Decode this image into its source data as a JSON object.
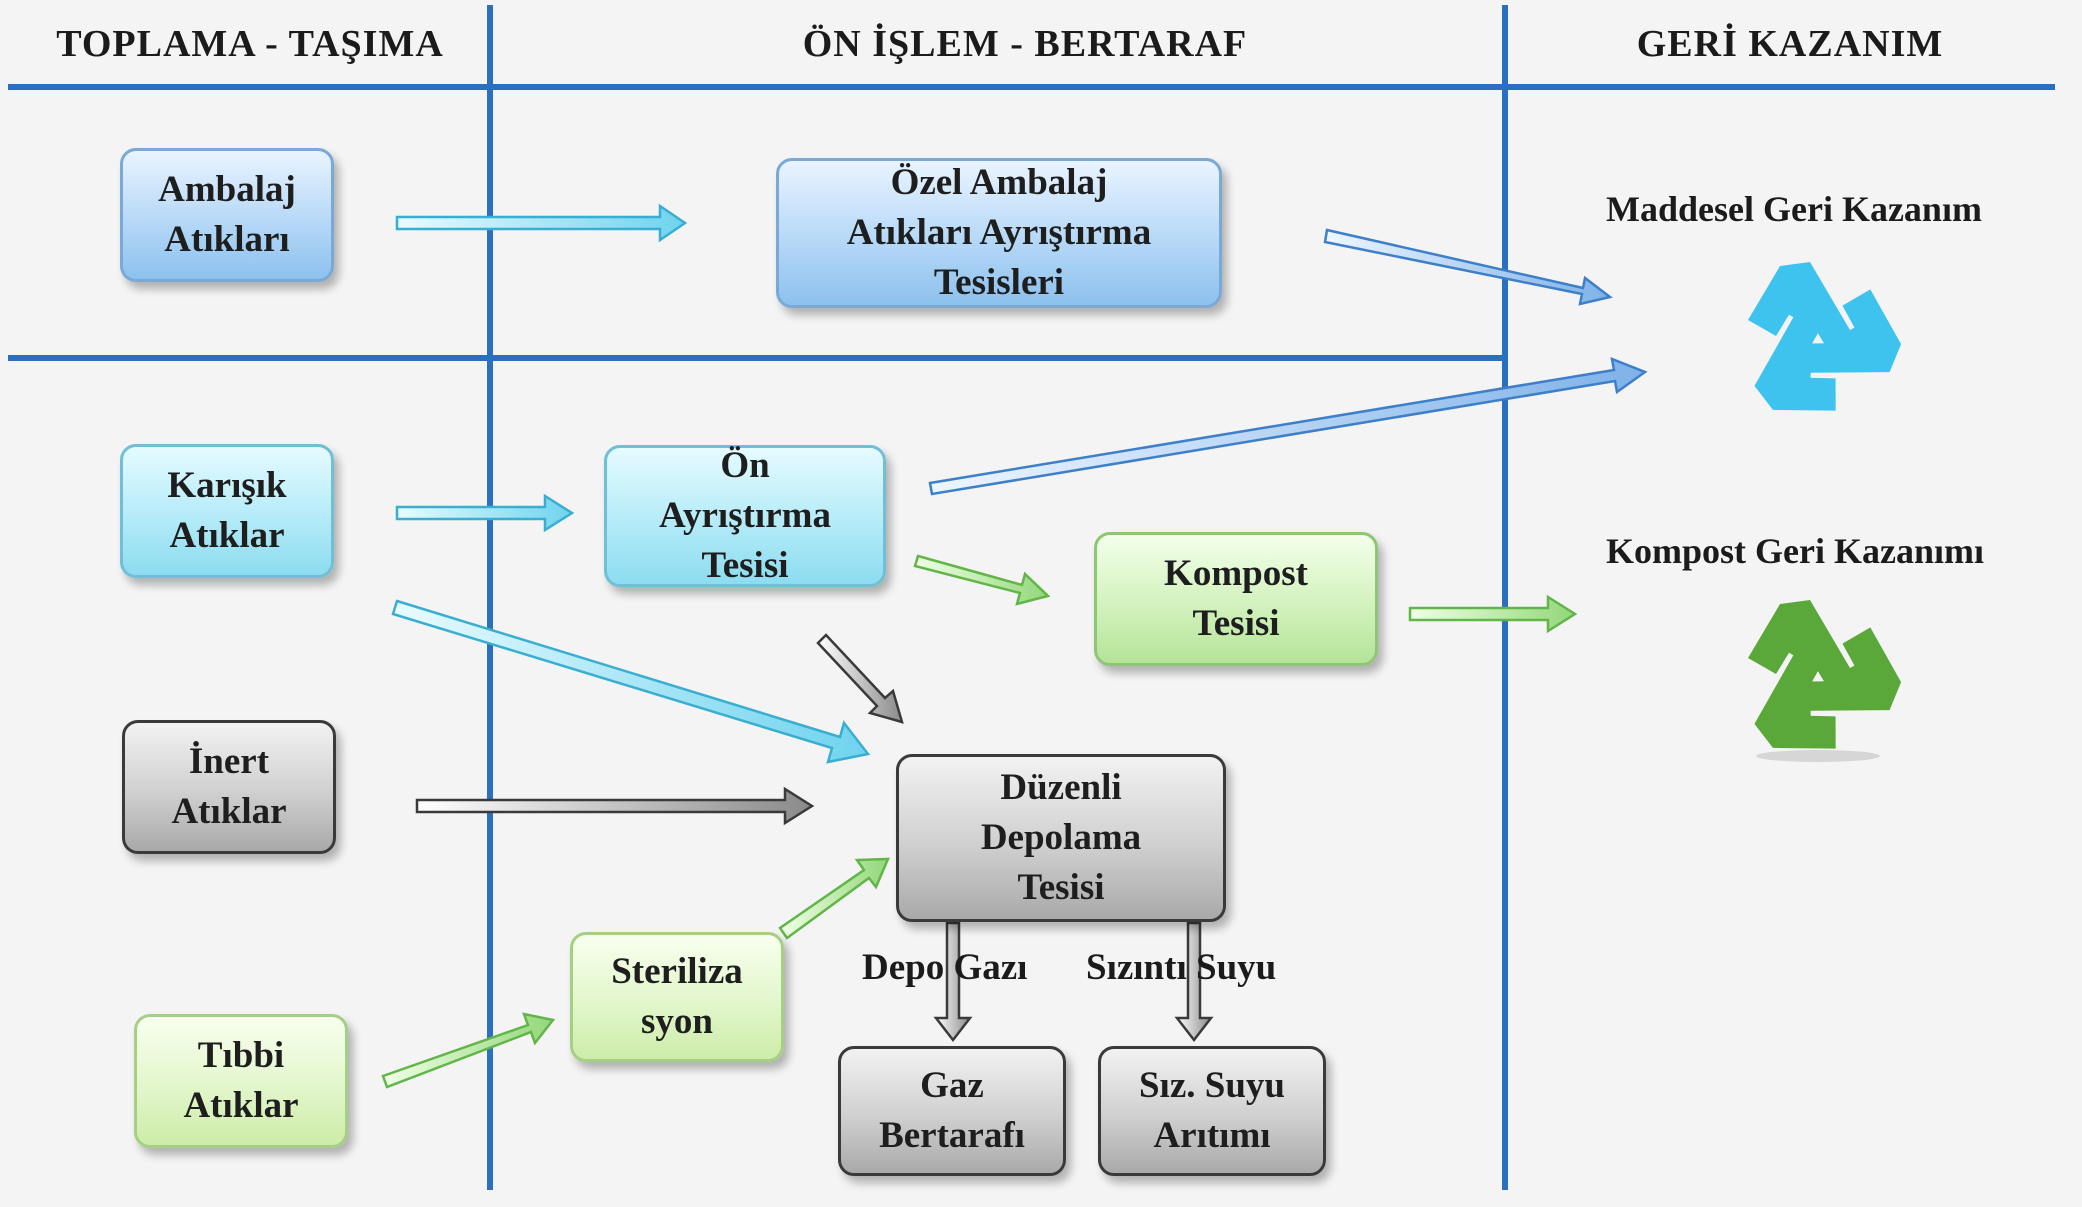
{
  "headers": {
    "collection": "TOPLAMA - TAŞIMA",
    "processing": "ÖN İŞLEM - BERTARAF",
    "recovery": "GERİ KAZANIM"
  },
  "boxes": {
    "packaging_waste": "Ambalaj\nAtıkları",
    "packaging_sorting": "Özel Ambalaj\nAtıkları Ayrıştırma\nTesisleri",
    "mixed_waste": "Karışık\nAtıklar",
    "pre_sorting": "Ön\nAyrıştırma\nTesisi",
    "compost_facility": "Kompost\nTesisi",
    "inert_waste": "İnert\nAtıklar",
    "landfill": "Düzenli\nDepolama\nTesisi",
    "sterilization": "Steriliza\nsyon",
    "medical_waste": "Tıbbi\nAtıklar",
    "gas_disposal": "Gaz\nBertarafı",
    "leachate_treatment": "Sız. Suyu\nArıtımı"
  },
  "labels": {
    "landfill_gas": "Depo  Gazı",
    "leachate": "Sızıntı  Suyu"
  },
  "recovery": {
    "material": "Maddesel Geri Kazanım",
    "compost": "Kompost Geri Kazanımı"
  },
  "icons": {
    "material_recycle": "recycle-icon",
    "compost_recycle": "recycle-icon"
  },
  "colors": {
    "divider": "#2a6fc0",
    "material_icon": "#3ec3ee",
    "compost_icon": "#5aa83a"
  }
}
